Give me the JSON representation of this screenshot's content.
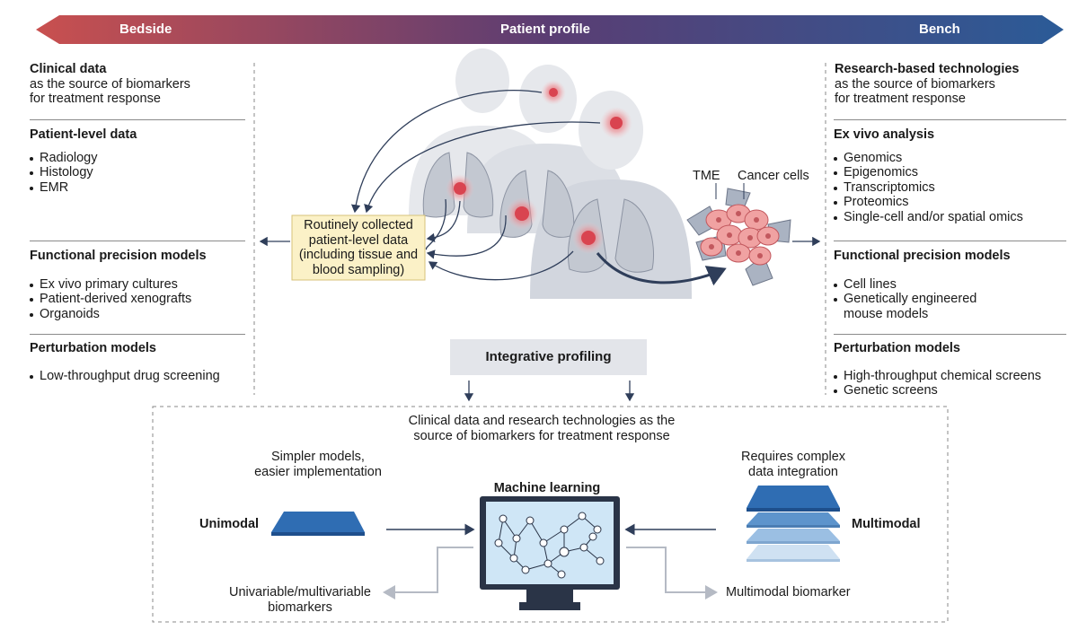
{
  "topbar": {
    "left_label": "Bedside",
    "center_label": "Patient profile",
    "right_label": "Bench",
    "colors": {
      "left": "#c9504f",
      "mid": "#5a3d73",
      "right": "#2b5b97"
    }
  },
  "left_column": {
    "intro": {
      "title": "Clinical data",
      "lines": [
        "as the source of biomarkers",
        "for treatment response"
      ]
    },
    "patient_level": {
      "title": "Patient-level data",
      "items": [
        "Radiology",
        "Histology",
        "EMR"
      ]
    },
    "functional": {
      "title": "Functional precision models",
      "items": [
        "Ex vivo primary cultures",
        "Patient-derived xenografts",
        "Organoids"
      ]
    },
    "perturbation": {
      "title": "Perturbation models",
      "items": [
        "Low-throughput drug screening"
      ]
    }
  },
  "right_column": {
    "intro": {
      "title": "Research-based technologies",
      "lines": [
        "as the source of biomarkers",
        "for treatment response"
      ]
    },
    "ex_vivo": {
      "title": "Ex vivo analysis",
      "items": [
        "Genomics",
        "Epigenomics",
        "Transcriptomics",
        "Proteomics",
        "Single-cell and/or spatial omics"
      ]
    },
    "functional": {
      "title": "Functional precision models",
      "items": [
        "Cell lines",
        "Genetically engineered",
        "mouse models"
      ]
    },
    "perturbation": {
      "title": "Perturbation models",
      "items": [
        "High-throughput chemical screens",
        "Genetic screens"
      ]
    }
  },
  "center": {
    "routine_box": [
      "Routinely collected",
      "patient-level data",
      "(including tissue and",
      "blood sampling)"
    ],
    "tme_label": "TME",
    "cancer_cells_label": "Cancer cells",
    "integrative_label": "Integrative profiling"
  },
  "bottom": {
    "header": [
      "Clinical data and research technologies as the",
      "source of biomarkers for treatment response"
    ],
    "simpler": [
      "Simpler models,",
      "easier implementation"
    ],
    "complex": [
      "Requires complex",
      "data integration"
    ],
    "machine_learning": "Machine learning",
    "unimodal": "Unimodal",
    "multimodal": "Multimodal",
    "uni_biomarker": [
      "Univariable/multivariable",
      "biomarkers"
    ],
    "multi_biomarker": "Multimodal biomarker"
  }
}
